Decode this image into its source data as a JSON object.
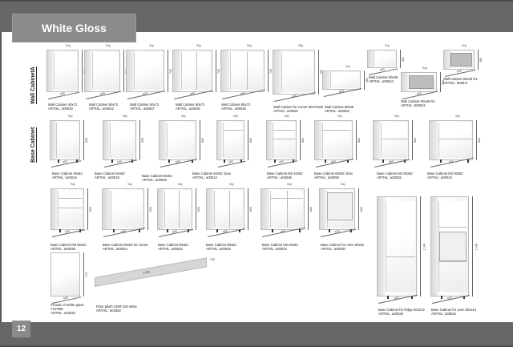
{
  "header": {
    "title": "White Gloss"
  },
  "footer": {
    "page_number": "12"
  },
  "sections": {
    "wall": "Wall CabinetA",
    "base": "Base Cabinet"
  },
  "items": [
    {
      "name": "Wall Cabinet 40x72",
      "article": "ARTIKL: a00040",
      "w": "400",
      "h": "720",
      "d": "316"
    },
    {
      "name": "Wall Cabinet 50x72",
      "article": "ARTIKL: a00042",
      "w": "500",
      "h": "720",
      "d": "316"
    },
    {
      "name": "Wall Cabinet 60x72",
      "article": "ARTIKL: a00047",
      "w": "600",
      "h": "720",
      "d": "316"
    },
    {
      "name": "Wall Cabinet 60x72",
      "article": "ARTIKL: a00046",
      "w": "600",
      "h": "720",
      "d": "316"
    },
    {
      "name": "Wall Cabinet 80x72",
      "article": "ARTIKL: a00048",
      "w": "800",
      "h": "720",
      "d": "316"
    },
    {
      "name": "Wall Cabinet for corner 60x72x60",
      "article": "ARTIKL: a00050",
      "w": "600",
      "h": "720",
      "d": "596"
    },
    {
      "name": "Wall Cabinet 80x36",
      "article": "ARTIKL: a00052",
      "w": "800",
      "h": "360",
      "d": "316"
    },
    {
      "name": "Wall Cabinet 60x36",
      "article": "ARTIKL: a00044",
      "w": "600",
      "h": "360",
      "d": "316"
    },
    {
      "name": "Wall Cabinet 80x36 R1",
      "article": "ARTIKL: 500021",
      "w": "800",
      "h": "360",
      "d": "316"
    },
    {
      "name": "Wall Cabinet 60x36 R1",
      "article": "ARTIKL: 500017",
      "w": "600",
      "h": "360",
      "d": "316"
    },
    {
      "name": "Base Cabinet 40x82",
      "article": "ARTIKL: a00016",
      "w": "400",
      "h": "820",
      "d": "542"
    },
    {
      "name": "Base Cabinet 50x82",
      "article": "ARTIKL: a00018",
      "w": "500",
      "h": "820",
      "d": "542"
    },
    {
      "name": "Base Cabinet 60x82",
      "article": "ARTIKL: a00068",
      "w": "600",
      "h": "820",
      "d": "542"
    },
    {
      "name": "Base Cabinet 40x82 1box",
      "article": "ARTIKL: a00014",
      "w": "400",
      "h": "820",
      "d": "542"
    },
    {
      "name": "Base Cabinet M3 40x82",
      "article": "ARTIKL: a00036",
      "w": "400",
      "h": "820",
      "d": "542"
    },
    {
      "name": "Base Cabinet 60x82 1box",
      "article": "ARTIKL: a00059",
      "w": "600",
      "h": "820",
      "d": "542"
    },
    {
      "name": "Base Cabinet M2 60x82",
      "article": "ARTIKL: a00032",
      "w": "600",
      "h": "820",
      "d": "542"
    },
    {
      "name": "Base Cabinet M2 80x82",
      "article": "ARTIKL: a00034",
      "w": "800",
      "h": "820",
      "d": "542"
    },
    {
      "name": "Base Cabinet M3 60x82",
      "article": "ARTIKL: a00038",
      "w": "600",
      "h": "820",
      "d": "542"
    },
    {
      "name": "Base Cabinet 80x82 for corner",
      "article": "ARTIKL: a00024",
      "w": "800",
      "h": "820",
      "d": "542"
    },
    {
      "name": "Base Cabinet 60x82",
      "article": "ARTIKL: a00022",
      "w": "600",
      "h": "820",
      "d": "542"
    },
    {
      "name": "Base Cabinet 80x82",
      "article": "ARTIKL: a00026",
      "w": "800",
      "h": "820",
      "d": "542"
    },
    {
      "name": "Base Cabinet M2 80x82",
      "article": "ARTIKL: a00034",
      "w": "800",
      "h": "820",
      "d": "542"
    },
    {
      "name": "Base Cabinet for oven 60x82",
      "article": "ARTIKL: a00030",
      "w": "600",
      "h": "820",
      "d": "542"
    },
    {
      "name": "Base Cabinet for fridge 60x214",
      "article": "ARTIKL: a00028",
      "w": "600",
      "h": "2 140",
      "d": ""
    },
    {
      "name": "Base Cabinet for oven 60x214",
      "article": "ARTIKL: a00032",
      "w": "600",
      "h": "2 140",
      "d": ""
    },
    {
      "name": "Facade of White gloss",
      "sub": "713*596",
      "article": "ARTIKL: a00033",
      "w": "596",
      "h": "713",
      "d": ""
    }
  ],
  "plinth": {
    "name": "Floor plinth 2400*100 white",
    "article": "ARTIKL: 502582",
    "length": "2 400",
    "height": "100"
  }
}
